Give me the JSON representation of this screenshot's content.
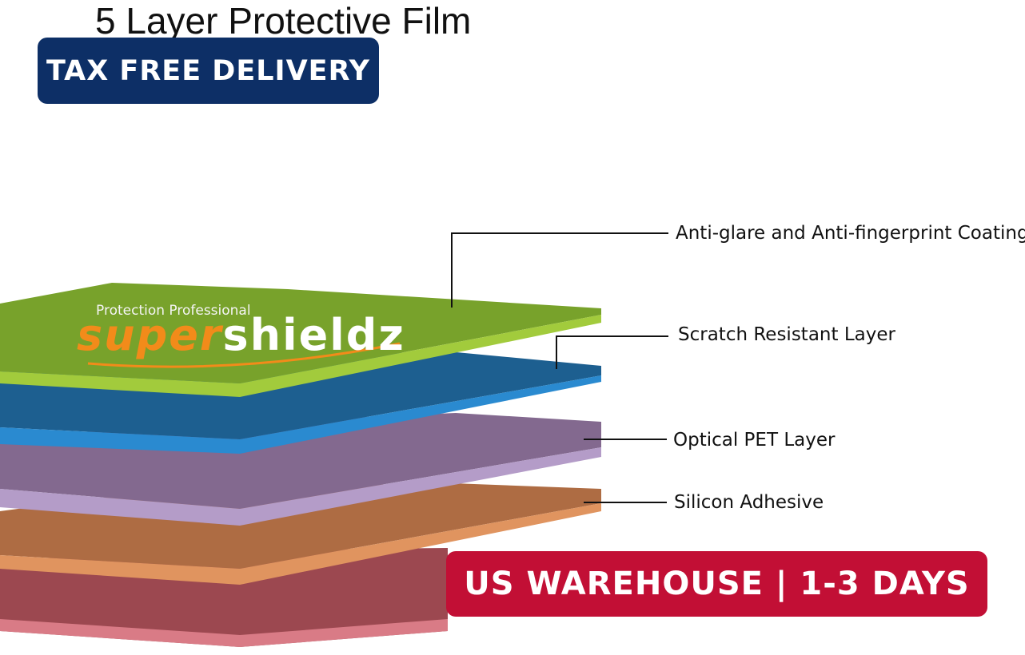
{
  "title": "5 Layer Protective Film",
  "badges": {
    "top": "TAX FREE DELIVERY",
    "bottom": "US WAREHOUSE | 1-3 DAYS"
  },
  "logo": {
    "tagline": "Protection Professional",
    "brand_part1": "super",
    "brand_part2": "shieldz"
  },
  "layers": [
    {
      "label": "Anti-glare and Anti-fingerprint Coating",
      "color": "#7fa62a"
    },
    {
      "label": "Scratch Resistant Layer",
      "color": "#1f77b8"
    },
    {
      "label": "Optical PET Layer",
      "color": "#a98bbd"
    },
    {
      "label": "Silicon Adhesive",
      "color": "#d4875a"
    },
    {
      "label": "",
      "color": "#c25a66"
    }
  ],
  "colors": {
    "badge_top": "#0d2f66",
    "badge_bottom": "#c20f35"
  }
}
